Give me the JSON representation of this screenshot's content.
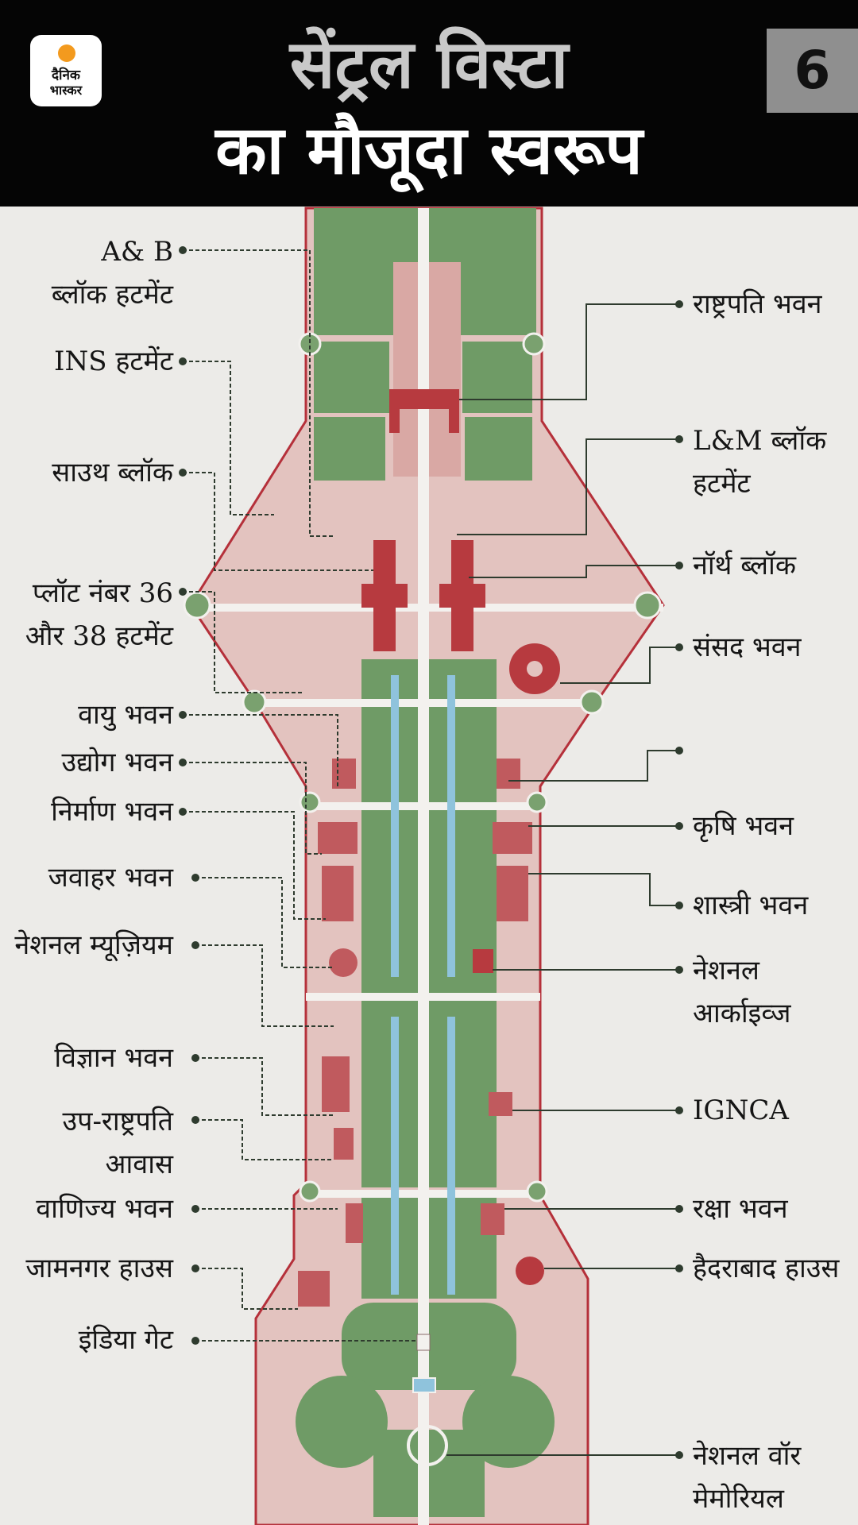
{
  "header": {
    "logo_line1": "दैनिक",
    "logo_line2": "भास्कर",
    "title_line1": "सेंट्रल विस्टा",
    "title_line2": "का मौजूदा स्वरूप",
    "page_number": "6"
  },
  "colors": {
    "background": "#ecebe8",
    "header": "#050505",
    "lawn": "#6f9b66",
    "zone": "#e3c3bf",
    "building": "#b73a3f",
    "water": "#8fc3dc",
    "border": "#b5303a",
    "leader": "#2e3b2e",
    "logo_sun": "#f39a1e"
  },
  "labels": {
    "left": [
      {
        "key": "ab",
        "lines": [
          "A& B",
          "ब्लॉक हटमेंट"
        ]
      },
      {
        "key": "ins",
        "lines": [
          "INS हटमेंट"
        ]
      },
      {
        "key": "south",
        "lines": [
          "साउथ ब्लॉक"
        ]
      },
      {
        "key": "plot",
        "lines": [
          "प्लॉट नंबर 36",
          "और 38 हटमेंट"
        ]
      },
      {
        "key": "vayu",
        "lines": [
          "वायु भवन"
        ]
      },
      {
        "key": "udyog",
        "lines": [
          "उद्योग भवन"
        ]
      },
      {
        "key": "nirman",
        "lines": [
          "निर्माण भवन"
        ]
      },
      {
        "key": "jawahar",
        "lines": [
          "जवाहर भवन"
        ]
      },
      {
        "key": "museum",
        "lines": [
          "नेशनल म्यूज़ियम"
        ]
      },
      {
        "key": "vigyan",
        "lines": [
          "विज्ञान भवन"
        ]
      },
      {
        "key": "vp",
        "lines": [
          "उप-राष्ट्रपति",
          "आवास"
        ]
      },
      {
        "key": "vanijya",
        "lines": [
          "वाणिज्य भवन"
        ]
      },
      {
        "key": "jamnagar",
        "lines": [
          "जामनगर हाउस"
        ]
      },
      {
        "key": "indiagate",
        "lines": [
          "इंडिया गेट"
        ]
      }
    ],
    "right": [
      {
        "key": "rashtrapati",
        "lines": [
          "राष्ट्रपति भवन"
        ]
      },
      {
        "key": "lm",
        "lines": [
          "L&M ब्लॉक",
          "हटमेंट"
        ]
      },
      {
        "key": "north",
        "lines": [
          "नॉर्थ ब्लॉक"
        ]
      },
      {
        "key": "sansad",
        "lines": [
          "संसद भवन"
        ]
      },
      {
        "key": "krishi",
        "lines": [
          "कृषि भवन"
        ]
      },
      {
        "key": "shastri",
        "lines": [
          "शास्त्री भवन"
        ]
      },
      {
        "key": "archives",
        "lines": [
          "नेशनल",
          "आर्काइव्ज"
        ]
      },
      {
        "key": "ignca",
        "lines": [
          "IGNCA"
        ]
      },
      {
        "key": "raksha",
        "lines": [
          "रक्षा भवन"
        ]
      },
      {
        "key": "hyderabad",
        "lines": [
          "हैदराबाद हाउस"
        ]
      },
      {
        "key": "warmemorial",
        "lines": [
          "नेशनल वॉर",
          "मेमोरियल"
        ]
      }
    ]
  }
}
